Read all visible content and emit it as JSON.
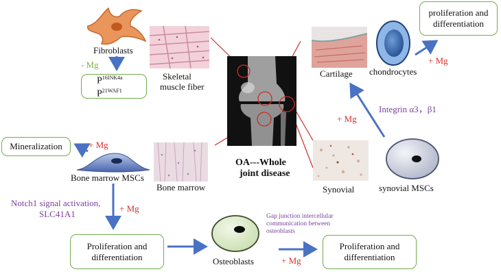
{
  "labels": {
    "fibroblasts": "Fibroblasts",
    "minus_mg": "- Mg",
    "p16_base": "P",
    "p16_sup": "16INK4a",
    "p21_base": "P",
    "p21_sup": "21WAF1",
    "skeletal_line1": "Skeletal",
    "skeletal_line2": "muscle fiber",
    "xray_line1": "OA---Whole",
    "xray_line2": "joint disease",
    "cartilage": "Cartilage",
    "chondrocytes": "chondrocytes",
    "mg_chondro": "+ Mg",
    "prolif_top": "proliferation and differentiation",
    "integrin": "Integrin α3，β1",
    "mg_synovial": "+ Mg",
    "synovial": "Synovial",
    "synovial_mscs": "synovial MSCs",
    "mineralization": "Mineralization",
    "mg_mineral": "+ Mg",
    "bm_mscs": "Bone marrow MSCs",
    "bone_marrow": "Bone marrow",
    "notch_line1": "Notch1 signal activation,",
    "notch_line2": "SLC41A1",
    "mg_notch": "+ Mg",
    "prolif_left": "Proliferation and differentiation",
    "osteoblasts": "Osteoblasts",
    "mg_osteo": "+ Mg",
    "gap_line1": "Gap junction intercellular",
    "gap_line2": "communication between",
    "gap_line3": "osteoblasts",
    "prolif_right": "Proliferation and differentiation"
  },
  "colors": {
    "arrow_blue": "#4a72c4",
    "box_green": "#6fae4a",
    "line_red": "#cc2a25",
    "plus_mg_red": "#d9302b",
    "minus_mg_green": "#7cb342",
    "purple_text": "#7a3e9d"
  },
  "icons": [
    "fibroblast-icon",
    "bone-marrow-msc-icon",
    "chondrocyte-icon",
    "synovial-msc-icon",
    "osteoblast-icon",
    "knee-xray-image"
  ]
}
